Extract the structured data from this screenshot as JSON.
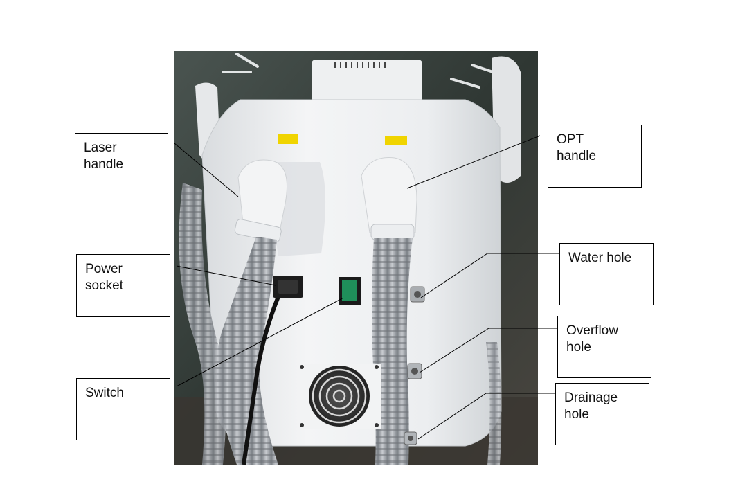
{
  "labels": {
    "laser_handle": [
      "Laser",
      "handle"
    ],
    "opt_handle": [
      "OPT",
      "handle"
    ],
    "power_socket": [
      "Power",
      "socket"
    ],
    "switch": [
      "Switch"
    ],
    "water_hole": [
      "Water hole"
    ],
    "overflow_hole": [
      "Overflow",
      "hole"
    ],
    "drainage_hole": [
      "Drainage",
      "hole"
    ]
  },
  "colors": {
    "machine_body": "#eef0f2",
    "hose": "#9aa0a6",
    "background": "#3c4440",
    "switch_green": "#1f8f5a"
  }
}
